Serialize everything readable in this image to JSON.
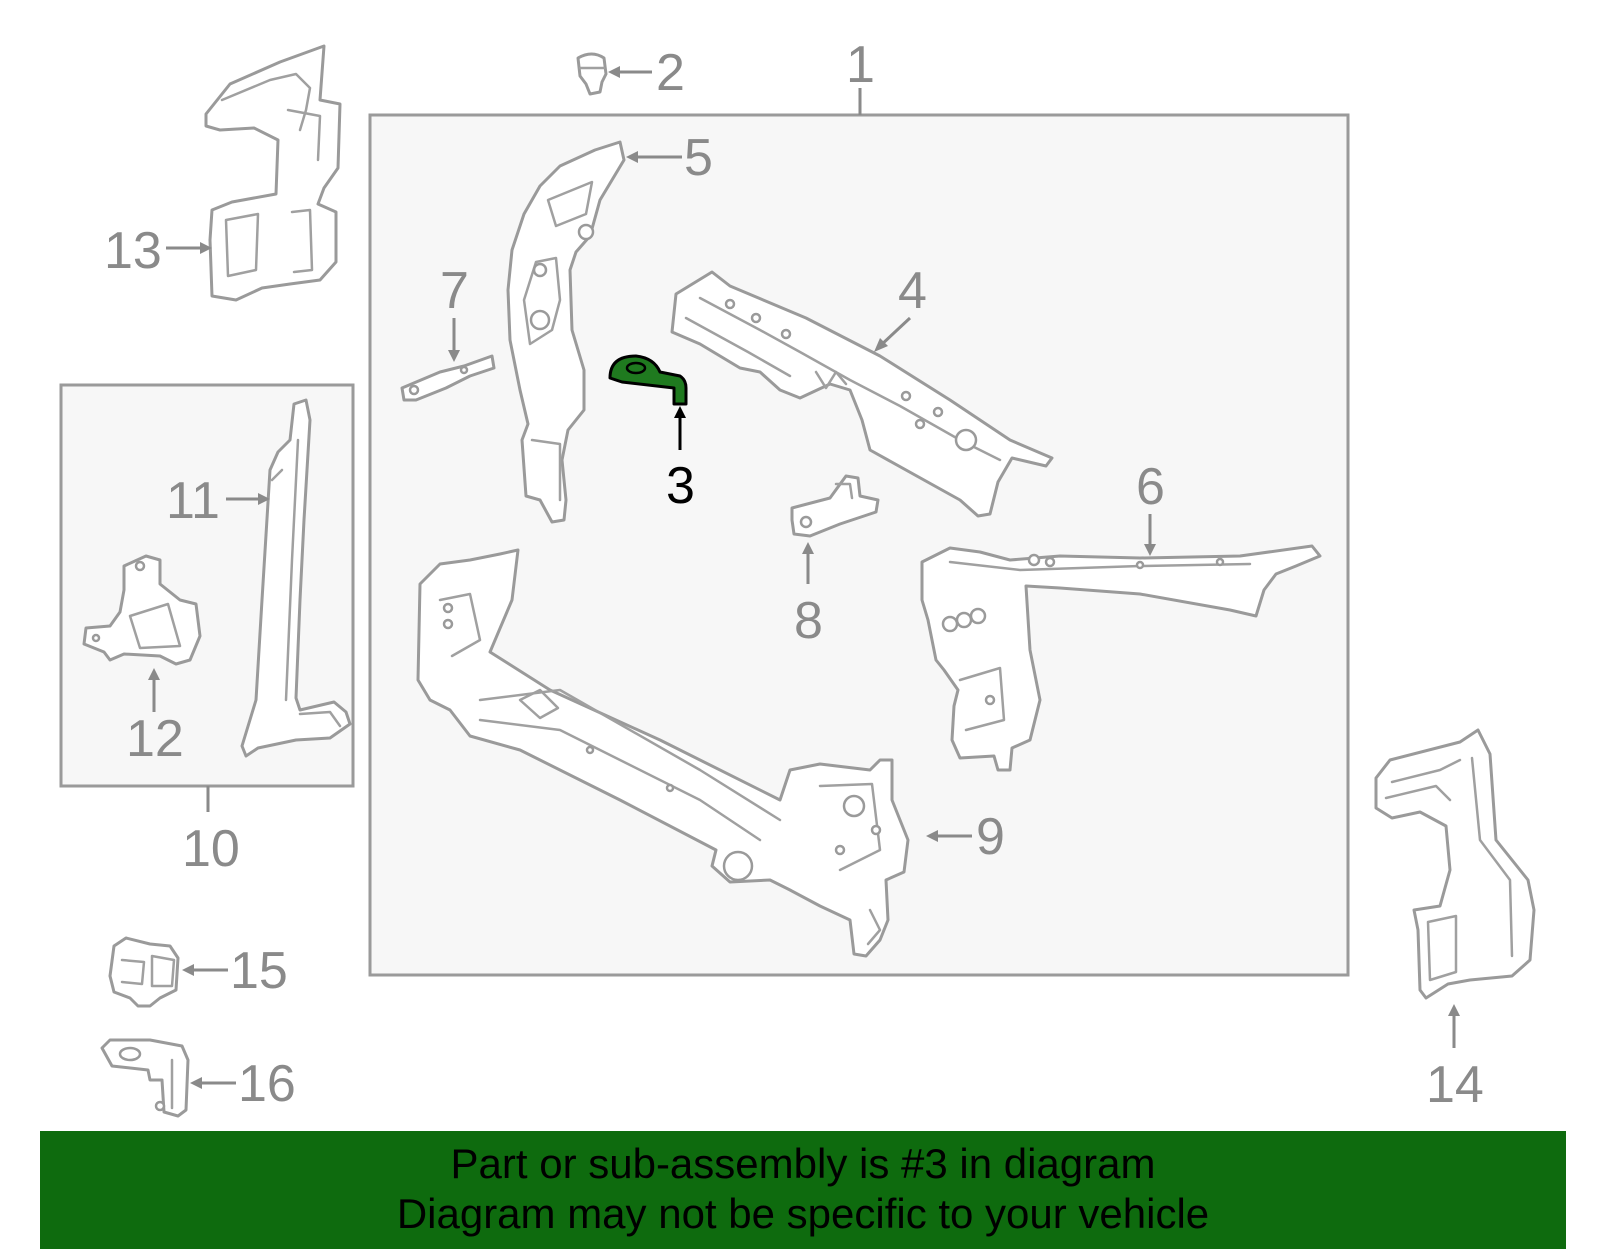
{
  "callouts": {
    "c1": "1",
    "c2": "2",
    "c3": "3",
    "c4": "4",
    "c5": "5",
    "c6": "6",
    "c7": "7",
    "c8": "8",
    "c9": "9",
    "c10": "10",
    "c11": "11",
    "c12": "12",
    "c13": "13",
    "c14": "14",
    "c15": "15",
    "c16": "16"
  },
  "highlight": {
    "part_number": "3",
    "color": "#0e6b0e"
  },
  "colors": {
    "outline": "#9a9a9a",
    "box_fill": "#f7f7f7",
    "banner": "#0e6b0e"
  },
  "banner": {
    "line1": "Part or sub-assembly is #3 in diagram",
    "line2": "Diagram may not be specific to your vehicle"
  }
}
